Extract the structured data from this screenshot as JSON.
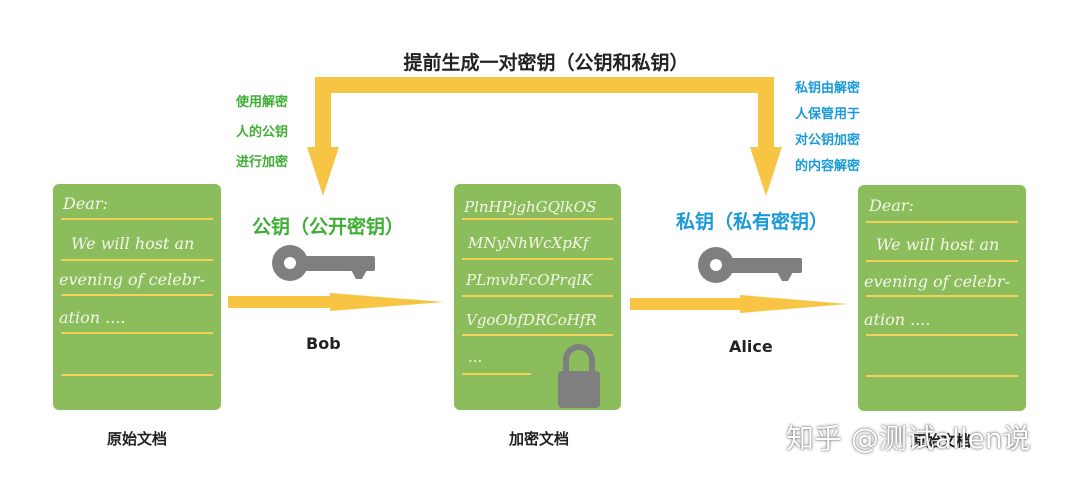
{
  "title": "提前生成一对密钥（公钥和私钥）",
  "left_note": [
    "使用解密",
    "人的公钥",
    "进行加密"
  ],
  "right_note": [
    "私钥由解密",
    "人保管用于",
    "对公钥加密",
    "的内容解密"
  ],
  "public_key_label": "公钥（公开密钥）",
  "private_key_label": "私钥（私有密钥）",
  "sender": "Bob",
  "receiver": "Alice",
  "original_doc": {
    "caption": "原始文档",
    "lines": [
      "Dear:",
      "We will host an",
      "evening of celebr-",
      "ation ...."
    ]
  },
  "encrypted_doc": {
    "caption": "加密文档",
    "lines": [
      "PlnHPjghGQlkOS",
      "MNyNhWcXpKf",
      "PLmvbFcOPrqlK",
      "VgoObfDRCoHfR",
      "..."
    ]
  },
  "result_doc": {
    "caption": "原始文档",
    "lines": [
      "Dear:",
      "We will host an",
      "evening of celebr-",
      "ation ...."
    ]
  },
  "watermark": "知乎 @测试allen说",
  "colors": {
    "arrow": "#f8c443",
    "doc": "#8cbd5c",
    "doc_line": "#f3d15a",
    "green_text": "#3fae35",
    "blue_text": "#1a9ad8",
    "key": "#7f7f7f",
    "lock": "#7f7f7f"
  },
  "icons": [
    "key-icon",
    "lock-icon"
  ]
}
